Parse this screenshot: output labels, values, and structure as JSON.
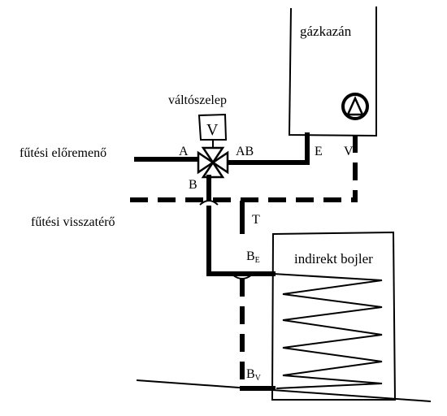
{
  "labels": {
    "boiler": "gázkazán",
    "valve": "váltószelep",
    "valve_letter": "V",
    "supply": "fűtési előremenő",
    "return": "fűtési visszatérő",
    "port_a": "A",
    "port_ab": "AB",
    "port_b": "B",
    "port_e": "E",
    "port_v": "V",
    "port_t": "T",
    "cylinder": "indirekt bojler",
    "port_be_main": "B",
    "port_be_sub": "E",
    "port_bv_main": "B",
    "port_bv_sub": "V"
  }
}
